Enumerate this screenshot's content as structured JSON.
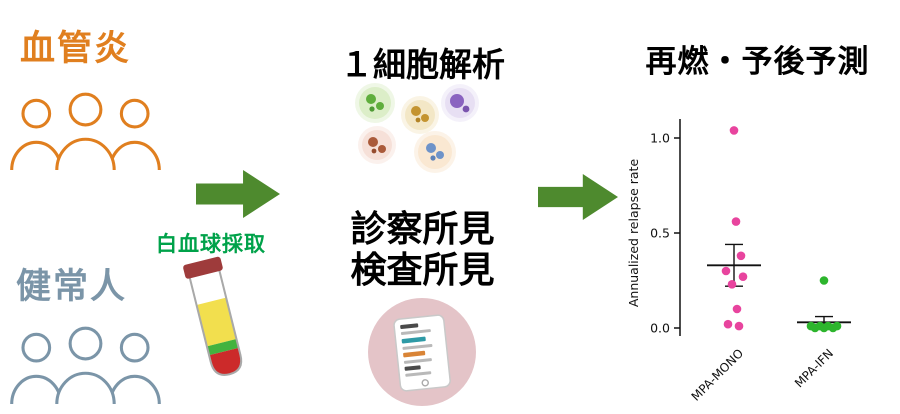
{
  "labels": {
    "vasculitis": "血管炎",
    "healthy": "健常人",
    "leukocyte": "白血球採取",
    "single_cell": "１細胞解析",
    "exam_findings": "診察所見",
    "test_findings": "検査所見",
    "outcome": "再燃・予後予測"
  },
  "icons": {
    "vasculitis_group": "three-people-icon",
    "healthy_group": "three-people-icon",
    "arrows": "right-arrow-icon",
    "blood_tube": "blood-collection-tube-icon",
    "cells": "single-cells-icon",
    "tablet": "medical-record-tablet-icon"
  },
  "colors": {
    "vasculitis_orange": "#E07F1F",
    "healthy_blue": "#7B95A8",
    "arrow_green": "#4E8A2E",
    "leukocyte_green": "#00A24A"
  },
  "chart_data": {
    "type": "scatter",
    "title": "",
    "xlabel": "",
    "ylabel": "Annualized relapse rate",
    "ylim": [
      0,
      1.1
    ],
    "yticks": [
      1.0,
      0.5,
      0.0
    ],
    "grid": false,
    "legend": false,
    "groups": [
      {
        "name": "MPA-MONO",
        "color": "#E8449E",
        "mean": 0.33,
        "err_low": 0.22,
        "err_high": 0.44,
        "points": [
          [
            0,
            1.04
          ],
          [
            2,
            0.56
          ],
          [
            7,
            0.38
          ],
          [
            -8,
            0.3
          ],
          [
            9,
            0.27
          ],
          [
            -2,
            0.23
          ],
          [
            3,
            0.1
          ],
          [
            -6,
            0.02
          ],
          [
            5,
            0.01
          ]
        ]
      },
      {
        "name": "MPA-IFN",
        "color": "#2DB52D",
        "mean": 0.03,
        "err_low": 0.0,
        "err_high": 0.06,
        "points": [
          [
            0,
            0.25
          ],
          [
            -13,
            0.01
          ],
          [
            -9,
            0.0
          ],
          [
            -4,
            0.01
          ],
          [
            0,
            0.0
          ],
          [
            4,
            0.01
          ],
          [
            9,
            0.0
          ],
          [
            13,
            0.01
          ]
        ]
      }
    ]
  }
}
